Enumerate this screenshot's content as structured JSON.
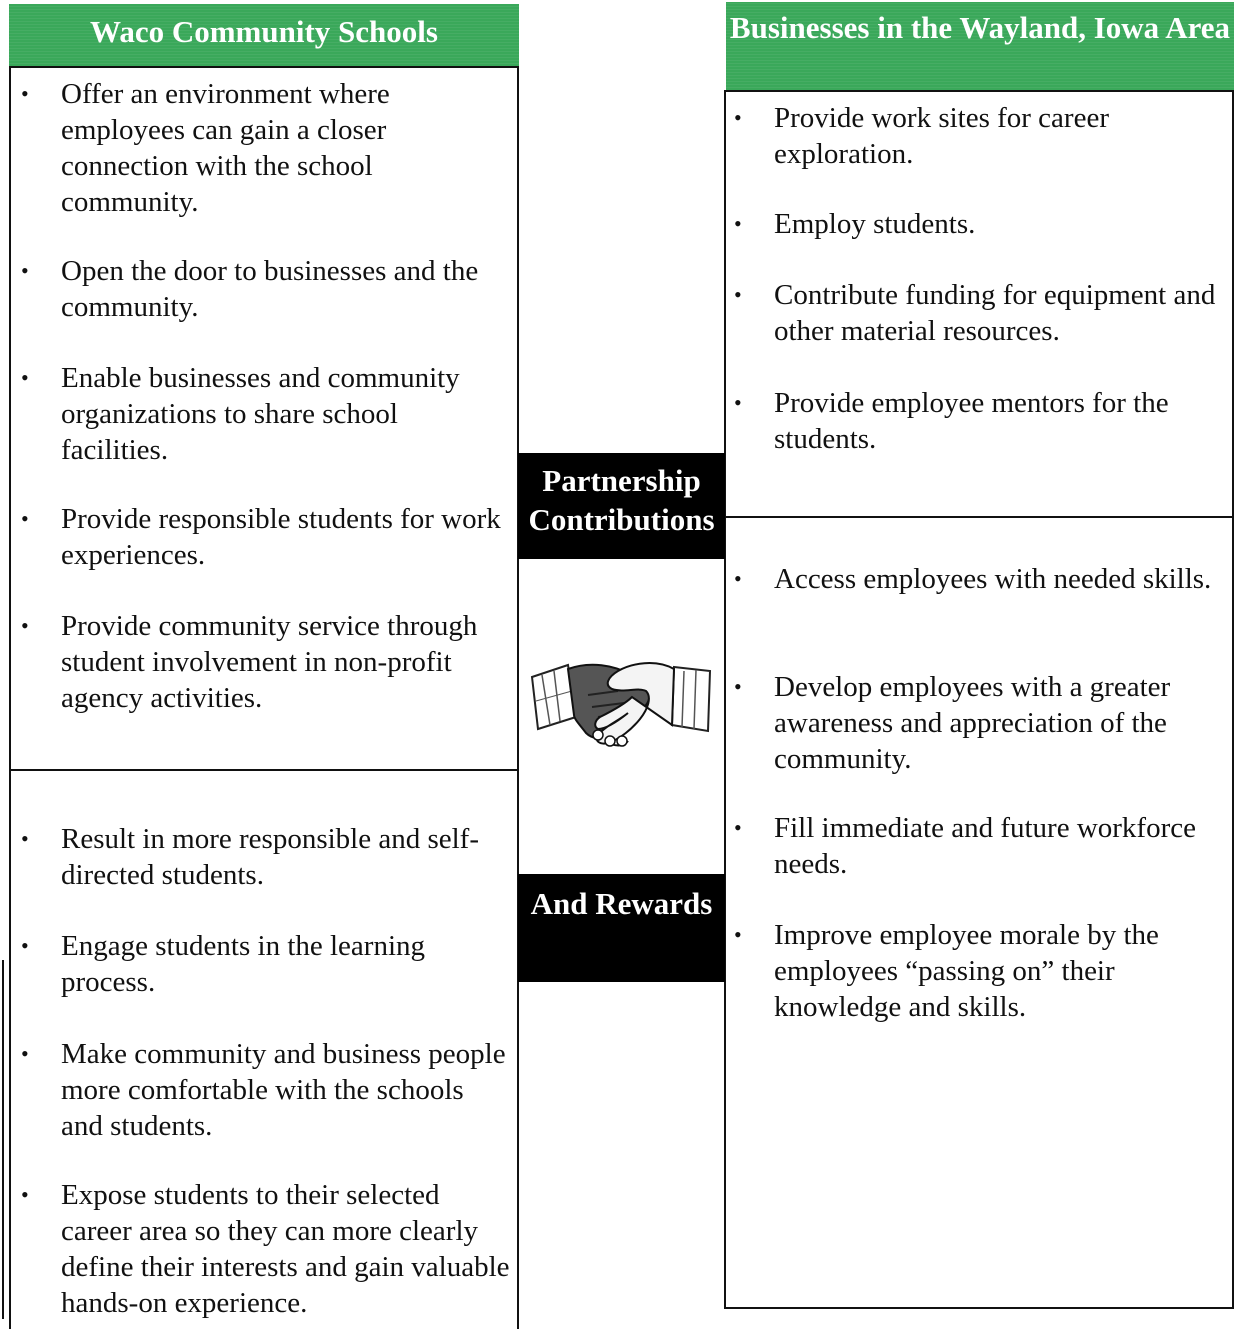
{
  "left_panel": {
    "title": "Waco Community Schools",
    "contributions": [
      "Offer an environment where employees can gain a closer connection with the school community.",
      "Open the door to businesses and the community.",
      "Enable businesses and community organizations to share school facilities.",
      "Provide responsible students for work experiences.",
      "Provide community service through student involvement in non-profit agency activities."
    ],
    "rewards": [
      "Result in more responsible and self-directed students.",
      "Engage students in the learning process.",
      "Make community and business people more comfortable with the schools and students.",
      "Expose students to their selected career area so they can more clearly define their interests and gain valuable hands-on experience."
    ]
  },
  "right_panel": {
    "title": "Businesses in the Wayland, Iowa Area",
    "contributions": [
      "Provide work sites for career exploration.",
      "Employ students.",
      "Contribute funding for equipment and other material resources.",
      "Provide employee mentors for the students."
    ],
    "rewards": [
      "Access employees with needed skills.",
      "Develop employees with a greater awareness and appreciation of the community.",
      "Fill immediate and future workforce needs.",
      "Improve employee morale by the employees “passing on” their knowledge and skills."
    ]
  },
  "center": {
    "contributions_label": "Partnership Contributions",
    "rewards_label": "And Rewards",
    "image": "handshake-icon"
  },
  "colors": {
    "header_green": "#3aa85a",
    "label_black": "#000000"
  }
}
